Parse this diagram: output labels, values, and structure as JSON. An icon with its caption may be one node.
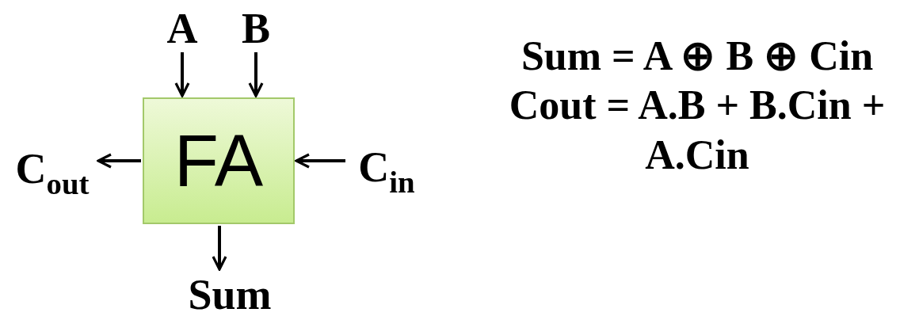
{
  "diagram": {
    "nodes": [
      {
        "text": [
          "A"
        ]
      },
      {
        "text": [
          "B"
        ]
      },
      {
        "text": [
          "FA"
        ]
      },
      {
        "text": [
          "C$_{in}$"
        ]
      },
      {
        "text": [
          "C$_{out}$"
        ]
      },
      {
        "text": [
          "Sum"
        ]
      }
    ],
    "edges": [
      {
        "from": 0,
        "to": 2,
        "arrow": "to"
      },
      {
        "from": 1,
        "to": 2,
        "arrow": "to"
      },
      {
        "from": 3,
        "to": 2,
        "arrow": "to"
      },
      {
        "from": 2,
        "to": 4,
        "arrow": "to"
      },
      {
        "from": 2,
        "to": 5,
        "arrow": "to"
      }
    ],
    "labels": [
      "Sum = A ⊕ B ⊕ Cin",
      "Cout = A.B + B.Cin + A.Cin"
    ]
  }
}
